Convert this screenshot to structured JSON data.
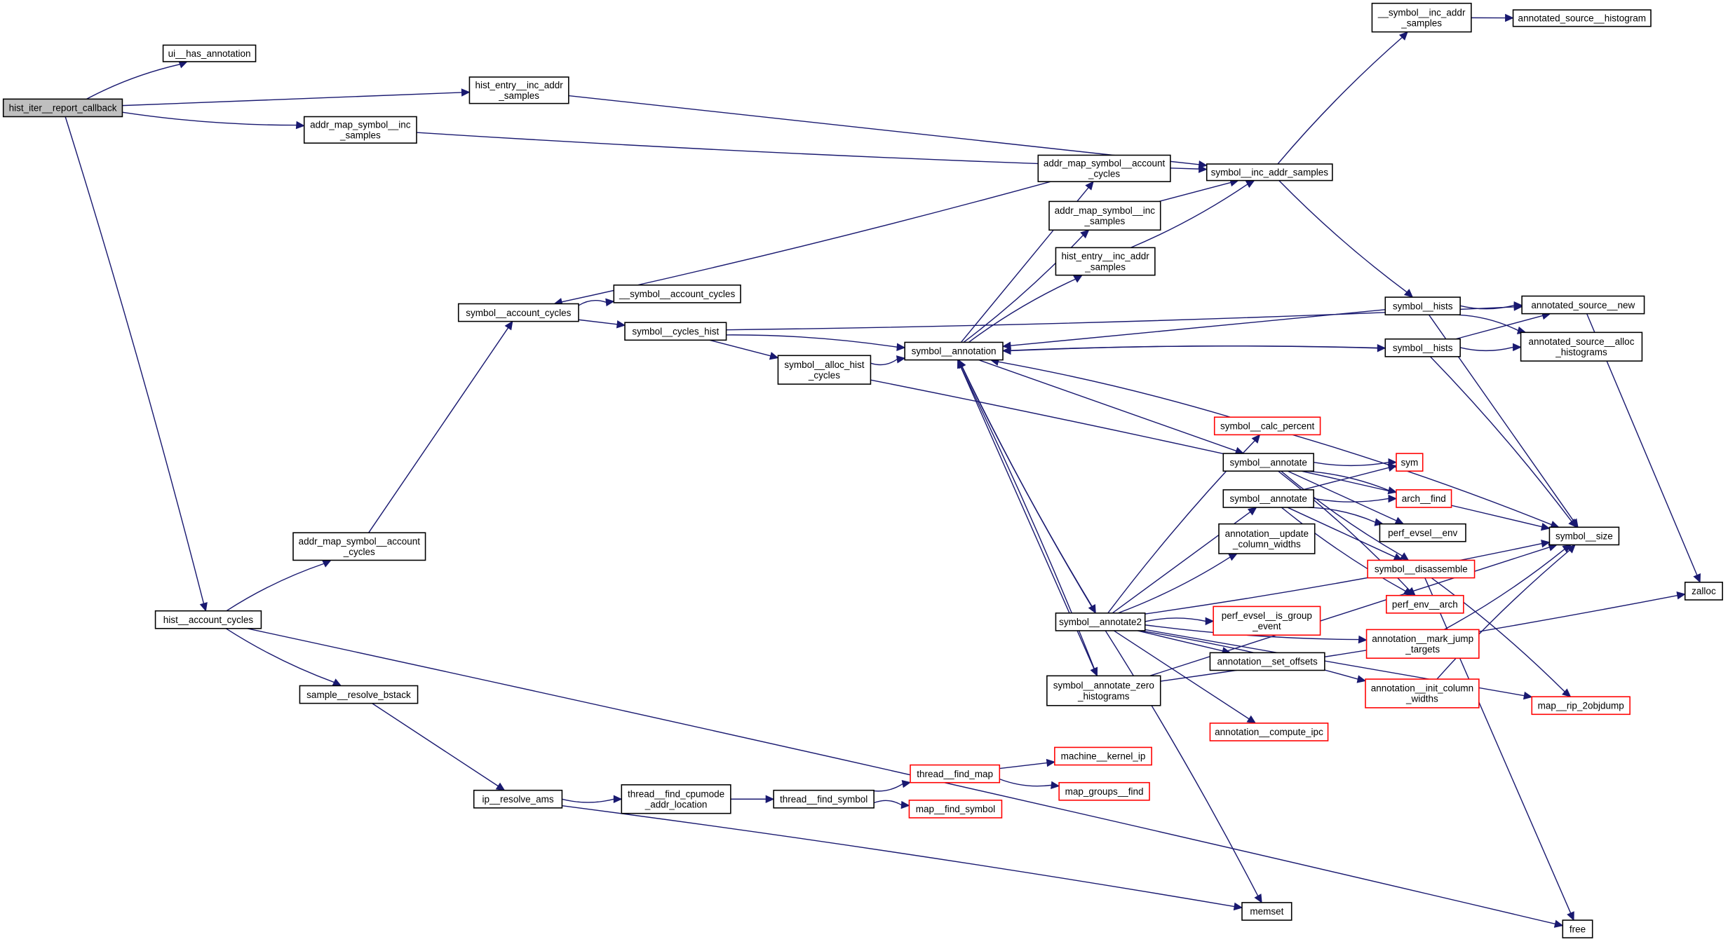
{
  "graph": {
    "title": "hist_iter__report_callback call graph",
    "colors": {
      "edge": "#191970",
      "root_fill": "#bfbfbf",
      "node_border": "#000000",
      "external_border": "#ff0000"
    },
    "nodes": [
      {
        "id": "n_root",
        "lines": [
          "hist_iter__report_callback"
        ],
        "style": "root"
      },
      {
        "id": "n_ui",
        "lines": [
          "ui__has_annotation"
        ],
        "style": "normal"
      },
      {
        "id": "n_heias1",
        "lines": [
          "hist_entry__inc_addr",
          "_samples"
        ],
        "style": "normal"
      },
      {
        "id": "n_amsis1",
        "lines": [
          "addr_map_symbol__inc",
          "_samples"
        ],
        "style": "normal"
      },
      {
        "id": "n_usias",
        "lines": [
          "__symbol__inc_addr",
          "_samples"
        ],
        "style": "normal"
      },
      {
        "id": "n_ash",
        "lines": [
          "annotated_source__histogram"
        ],
        "style": "normal"
      },
      {
        "id": "n_sias",
        "lines": [
          "symbol__inc_addr_samples"
        ],
        "style": "normal"
      },
      {
        "id": "n_amsac1",
        "lines": [
          "addr_map_symbol__account",
          "_cycles"
        ],
        "style": "normal"
      },
      {
        "id": "n_amsis2",
        "lines": [
          "addr_map_symbol__inc",
          "_samples"
        ],
        "style": "normal"
      },
      {
        "id": "n_heias2",
        "lines": [
          "hist_entry__inc_addr",
          "_samples"
        ],
        "style": "normal"
      },
      {
        "id": "n_sac",
        "lines": [
          "symbol__account_cycles"
        ],
        "style": "normal"
      },
      {
        "id": "n_usac",
        "lines": [
          "__symbol__account_cycles"
        ],
        "style": "normal"
      },
      {
        "id": "n_sch",
        "lines": [
          "symbol__cycles_hist"
        ],
        "style": "normal"
      },
      {
        "id": "n_sahc",
        "lines": [
          "symbol__alloc_hist",
          "_cycles"
        ],
        "style": "normal"
      },
      {
        "id": "n_sann",
        "lines": [
          "symbol__annotation"
        ],
        "style": "normal"
      },
      {
        "id": "n_sh1",
        "lines": [
          "symbol__hists"
        ],
        "style": "normal"
      },
      {
        "id": "n_sh2",
        "lines": [
          "symbol__hists"
        ],
        "style": "normal"
      },
      {
        "id": "n_asn",
        "lines": [
          "annotated_source__new"
        ],
        "style": "normal"
      },
      {
        "id": "n_asah",
        "lines": [
          "annotated_source__alloc",
          "_histograms"
        ],
        "style": "normal"
      },
      {
        "id": "n_scp",
        "lines": [
          "symbol__calc_percent"
        ],
        "style": "external"
      },
      {
        "id": "n_sa1",
        "lines": [
          "symbol__annotate"
        ],
        "style": "normal"
      },
      {
        "id": "n_sa2",
        "lines": [
          "symbol__annotate"
        ],
        "style": "normal"
      },
      {
        "id": "n_sym",
        "lines": [
          "sym"
        ],
        "style": "external"
      },
      {
        "id": "n_af",
        "lines": [
          "arch__find"
        ],
        "style": "external"
      },
      {
        "id": "n_pee",
        "lines": [
          "perf_evsel__env"
        ],
        "style": "normal"
      },
      {
        "id": "n_sdis",
        "lines": [
          "symbol__disassemble"
        ],
        "style": "external"
      },
      {
        "id": "n_pea",
        "lines": [
          "perf_env__arch"
        ],
        "style": "external"
      },
      {
        "id": "n_aucw",
        "lines": [
          "annotation__update",
          "_column_widths"
        ],
        "style": "normal"
      },
      {
        "id": "n_ssize",
        "lines": [
          "symbol__size"
        ],
        "style": "normal"
      },
      {
        "id": "n_zalloc",
        "lines": [
          "zalloc"
        ],
        "style": "normal"
      },
      {
        "id": "n_sa2x",
        "lines": [
          "symbol__annotate2"
        ],
        "style": "normal"
      },
      {
        "id": "n_peig",
        "lines": [
          "perf_evsel__is_group",
          "_event"
        ],
        "style": "external"
      },
      {
        "id": "n_aso",
        "lines": [
          "annotation__set_offsets"
        ],
        "style": "normal"
      },
      {
        "id": "n_amjt",
        "lines": [
          "annotation__mark_jump",
          "_targets"
        ],
        "style": "external"
      },
      {
        "id": "n_aicw",
        "lines": [
          "annotation__init_column",
          "_widths"
        ],
        "style": "external"
      },
      {
        "id": "n_sazh",
        "lines": [
          "symbol__annotate_zero",
          "_histograms"
        ],
        "style": "normal"
      },
      {
        "id": "n_aci",
        "lines": [
          "annotation__compute_ipc"
        ],
        "style": "external"
      },
      {
        "id": "n_mr2o",
        "lines": [
          "map__rip_2objdump"
        ],
        "style": "external"
      },
      {
        "id": "n_amsac2",
        "lines": [
          "addr_map_symbol__account",
          "_cycles"
        ],
        "style": "normal"
      },
      {
        "id": "n_hac",
        "lines": [
          "hist__account_cycles"
        ],
        "style": "normal"
      },
      {
        "id": "n_srb",
        "lines": [
          "sample__resolve_bstack"
        ],
        "style": "normal"
      },
      {
        "id": "n_ira",
        "lines": [
          "ip__resolve_ams"
        ],
        "style": "normal"
      },
      {
        "id": "n_tfcal",
        "lines": [
          "thread__find_cpumode",
          "_addr_location"
        ],
        "style": "normal"
      },
      {
        "id": "n_tfs",
        "lines": [
          "thread__find_symbol"
        ],
        "style": "normal"
      },
      {
        "id": "n_tfm",
        "lines": [
          "thread__find_map"
        ],
        "style": "external"
      },
      {
        "id": "n_mfs",
        "lines": [
          "map__find_symbol"
        ],
        "style": "external"
      },
      {
        "id": "n_mki",
        "lines": [
          "machine__kernel_ip"
        ],
        "style": "external"
      },
      {
        "id": "n_mgf",
        "lines": [
          "map_groups__find"
        ],
        "style": "external"
      },
      {
        "id": "n_memset",
        "lines": [
          "memset"
        ],
        "style": "normal"
      },
      {
        "id": "n_free",
        "lines": [
          "free"
        ],
        "style": "normal"
      }
    ],
    "edges": [
      [
        "n_root",
        "n_ui"
      ],
      [
        "n_root",
        "n_heias1"
      ],
      [
        "n_root",
        "n_amsis1"
      ],
      [
        "n_root",
        "n_hac"
      ],
      [
        "n_heias1",
        "n_sias"
      ],
      [
        "n_amsis1",
        "n_sias"
      ],
      [
        "n_sias",
        "n_usias"
      ],
      [
        "n_usias",
        "n_ash"
      ],
      [
        "n_sias",
        "n_sh1"
      ],
      [
        "n_amsac1",
        "n_sac"
      ],
      [
        "n_amsis2",
        "n_sias"
      ],
      [
        "n_heias2",
        "n_sias"
      ],
      [
        "n_sac",
        "n_usac"
      ],
      [
        "n_sac",
        "n_sch"
      ],
      [
        "n_sch",
        "n_asn"
      ],
      [
        "n_sch",
        "n_sann"
      ],
      [
        "n_sch",
        "n_sahc"
      ],
      [
        "n_sahc",
        "n_sann"
      ],
      [
        "n_sahc",
        "n_ssize"
      ],
      [
        "n_sann",
        "n_amsac1"
      ],
      [
        "n_sann",
        "n_amsis2"
      ],
      [
        "n_sann",
        "n_heias2"
      ],
      [
        "n_sh1",
        "n_sann"
      ],
      [
        "n_sh1",
        "n_asn"
      ],
      [
        "n_sh1",
        "n_asah"
      ],
      [
        "n_sh1",
        "n_ssize"
      ],
      [
        "n_sh2",
        "n_sann"
      ],
      [
        "n_sann",
        "n_sh2"
      ],
      [
        "n_sh2",
        "n_asn"
      ],
      [
        "n_sh2",
        "n_asah"
      ],
      [
        "n_sh2",
        "n_ssize"
      ],
      [
        "n_asn",
        "n_zalloc"
      ],
      [
        "n_scp",
        "n_sann"
      ],
      [
        "n_scp",
        "n_ssize"
      ],
      [
        "n_sann",
        "n_sa1"
      ],
      [
        "n_sa1",
        "n_sym"
      ],
      [
        "n_sa1",
        "n_af"
      ],
      [
        "n_sa1",
        "n_pee"
      ],
      [
        "n_sa1",
        "n_sdis"
      ],
      [
        "n_sa1",
        "n_pea"
      ],
      [
        "n_sa2",
        "n_sym"
      ],
      [
        "n_sa2",
        "n_af"
      ],
      [
        "n_sa2",
        "n_pee"
      ],
      [
        "n_sa2",
        "n_sdis"
      ],
      [
        "n_sa2",
        "n_pea"
      ],
      [
        "n_sdis",
        "n_mr2o"
      ],
      [
        "n_sdis",
        "n_free"
      ],
      [
        "n_sann",
        "n_sa2x"
      ],
      [
        "n_sa2x",
        "n_sann"
      ],
      [
        "n_sann",
        "n_sazh"
      ],
      [
        "n_sazh",
        "n_sann"
      ],
      [
        "n_sa2x",
        "n_scp"
      ],
      [
        "n_sa2x",
        "n_sa2"
      ],
      [
        "n_sa2x",
        "n_aucw"
      ],
      [
        "n_sa2x",
        "n_peig"
      ],
      [
        "n_sa2x",
        "n_aso"
      ],
      [
        "n_sa2x",
        "n_amjt"
      ],
      [
        "n_sa2x",
        "n_aicw"
      ],
      [
        "n_sa2x",
        "n_aci"
      ],
      [
        "n_sa2x",
        "n_ssize"
      ],
      [
        "n_sa2x",
        "n_memset"
      ],
      [
        "n_sa2x",
        "n_mr2o"
      ],
      [
        "n_amjt",
        "n_ssize"
      ],
      [
        "n_aicw",
        "n_ssize"
      ],
      [
        "n_sazh",
        "n_ssize"
      ],
      [
        "n_sazh",
        "n_zalloc"
      ],
      [
        "n_hac",
        "n_amsac2"
      ],
      [
        "n_amsac2",
        "n_sac"
      ],
      [
        "n_hac",
        "n_srb"
      ],
      [
        "n_hac",
        "n_free"
      ],
      [
        "n_srb",
        "n_ira"
      ],
      [
        "n_ira",
        "n_tfcal"
      ],
      [
        "n_ira",
        "n_memset"
      ],
      [
        "n_tfcal",
        "n_tfs"
      ],
      [
        "n_tfs",
        "n_tfm"
      ],
      [
        "n_tfs",
        "n_mfs"
      ],
      [
        "n_tfm",
        "n_mki"
      ],
      [
        "n_tfm",
        "n_mgf"
      ]
    ]
  }
}
